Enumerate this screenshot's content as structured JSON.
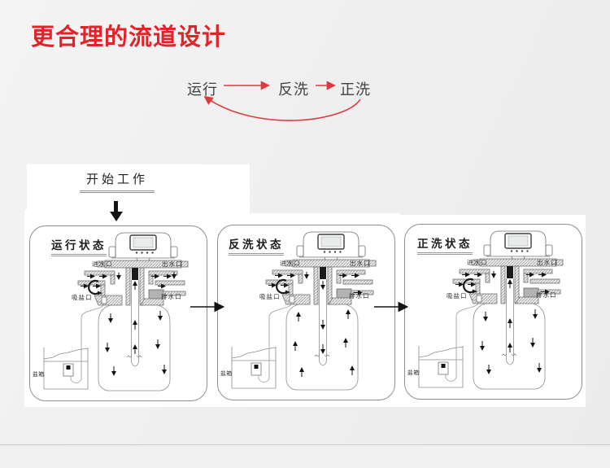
{
  "page": {
    "title": "更合理的流道设计"
  },
  "cycle": {
    "steps": [
      "运行",
      "反洗",
      "正洗"
    ]
  },
  "start": {
    "label": "开始工作"
  },
  "panels": [
    {
      "title": "运行状态",
      "labels": {
        "inlet": "进水口",
        "outlet": "出水口",
        "brine": "吸盐口",
        "drain": "排水口",
        "salt_tank": "盐箱"
      }
    },
    {
      "title": "反洗状态",
      "labels": {
        "inlet": "进水口",
        "outlet": "出水口",
        "brine": "吸盐口",
        "drain": "排水口",
        "salt_tank": "盐箱"
      }
    },
    {
      "title": "正洗状态",
      "labels": {
        "inlet": "进水口",
        "outlet": "出水口",
        "brine": "吸盐口",
        "drain": "排水口",
        "salt_tank": "盐箱"
      }
    }
  ],
  "colors": {
    "accent_red": "#e42328",
    "flow_arrow_red": "#dd3a3f",
    "diagram_line": "#707070"
  }
}
